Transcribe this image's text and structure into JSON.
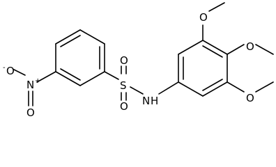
{
  "molecule": {
    "atoms": {
      "oxide": "O",
      "oxide_charge": "-",
      "nitro_n": "N",
      "nitro_n_charge": "+",
      "nitro_o": "O",
      "sulfur": "S",
      "sulfonyl_o_top": "O",
      "sulfonyl_o_bottom": "O",
      "amide_n": "N",
      "amide_h": "H",
      "methoxy_o_top": "O",
      "methoxy_o_middle": "O",
      "methoxy_o_bottom": "O"
    },
    "colors": {
      "ink": "#000000",
      "background": "#ffffff"
    }
  }
}
